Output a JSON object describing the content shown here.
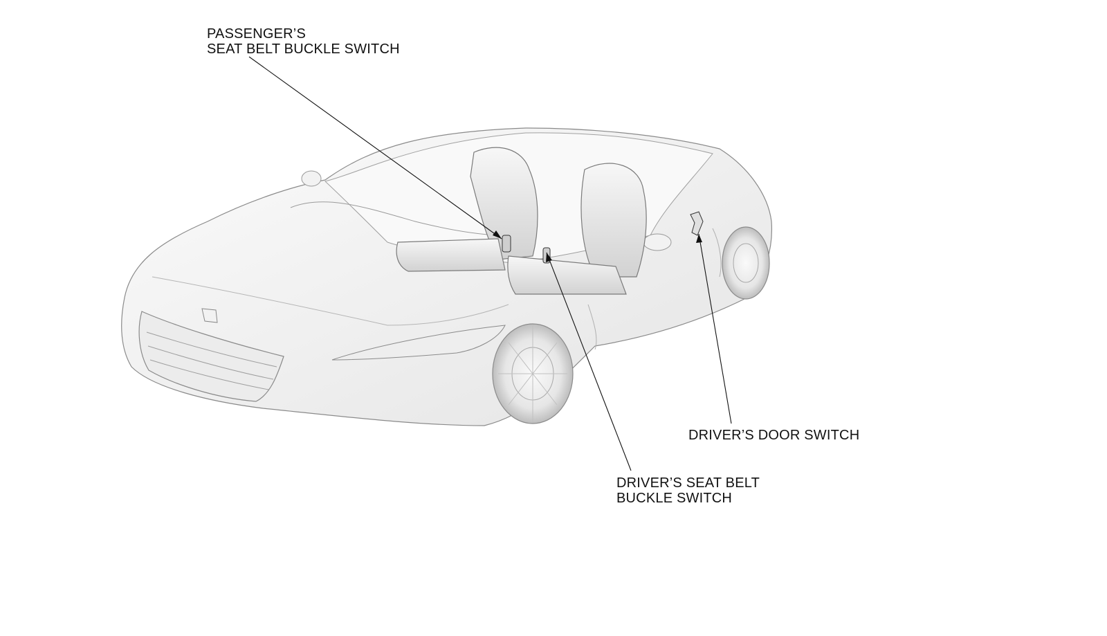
{
  "callouts": {
    "passenger_buckle": {
      "line1": "PASSENGER’S",
      "line2": "SEAT BELT BUCKLE SWITCH"
    },
    "driver_door": {
      "line1": "DRIVER’S DOOR SWITCH"
    },
    "driver_buckle": {
      "line1": "DRIVER’S SEAT BELT",
      "line2": "BUCKLE SWITCH"
    }
  },
  "colors": {
    "line": "#111111",
    "body": "#f4f4f4",
    "outline": "#8a8a8a",
    "shade": "#d6d6d6"
  }
}
